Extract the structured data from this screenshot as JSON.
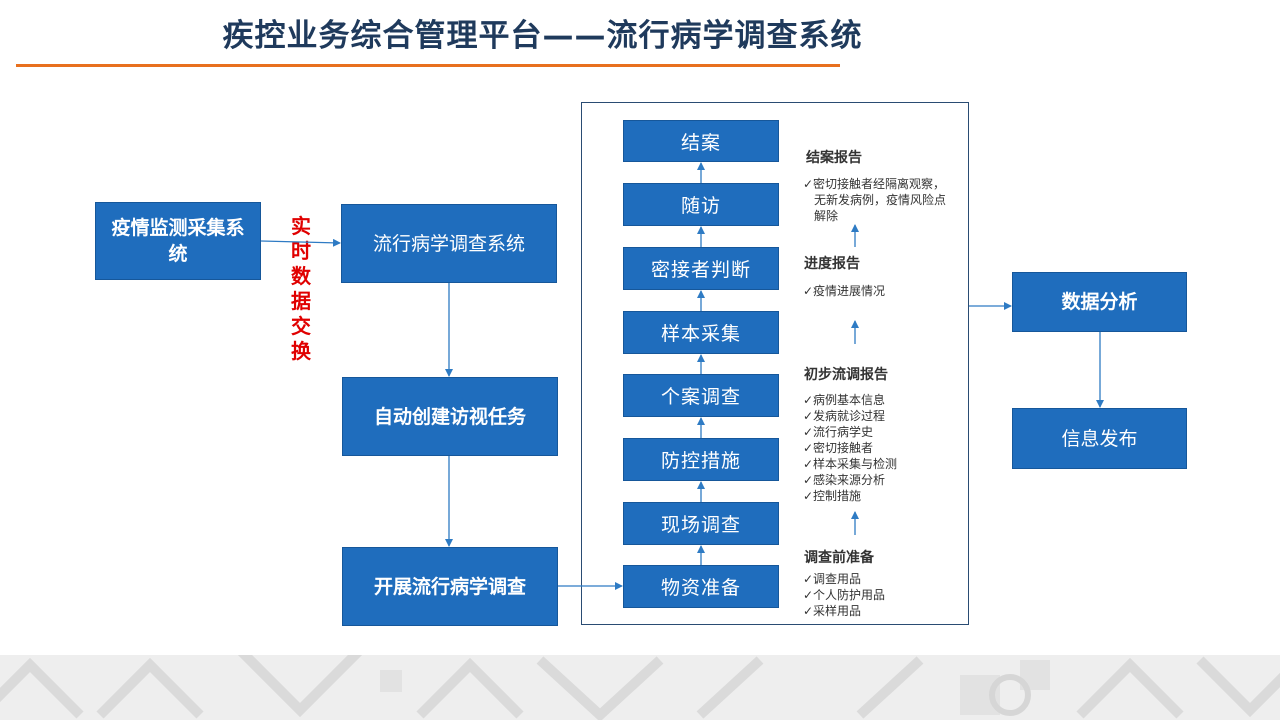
{
  "page": {
    "title": "疾控业务综合管理平台——流行病学调查系统"
  },
  "colors": {
    "box_blue": "#1f6dbd",
    "title_color": "#1f3a5c",
    "accent_orange": "#e8701e",
    "red_text": "#e00000",
    "arrow": "#2e7bc4"
  },
  "left_flow": {
    "source_box": "疫情监测采集系统",
    "exchange_label": [
      "实",
      "时",
      "数",
      "据",
      "交",
      "换"
    ],
    "epi_system_box": "流行病学调查系统",
    "auto_task_box": "自动创建访视任务",
    "start_survey_box": "开展流行病学调查"
  },
  "steps": [
    "结案",
    "随访",
    "密接者判断",
    "样本采集",
    "个案调查",
    "防控措施",
    "现场调查",
    "物资准备"
  ],
  "reports": {
    "closing": {
      "title": "结案报告",
      "items": [
        "✓密切接触者经隔离观察，",
        "无新发病例，疫情风险点",
        "解除"
      ]
    },
    "progress": {
      "title": "进度报告",
      "items": [
        "✓疫情进展情况"
      ]
    },
    "initial": {
      "title": "初步流调报告",
      "items": [
        "✓病例基本信息",
        "✓发病就诊过程",
        "✓流行病学史",
        "✓密切接触者",
        "✓样本采集与检测",
        "✓感染来源分析",
        "✓控制措施"
      ]
    },
    "prep": {
      "title": "调查前准备",
      "items": [
        "✓调查用品",
        "✓个人防护用品",
        "✓采样用品"
      ]
    }
  },
  "right_flow": {
    "analysis_box": "数据分析",
    "publish_box": "信息发布"
  }
}
